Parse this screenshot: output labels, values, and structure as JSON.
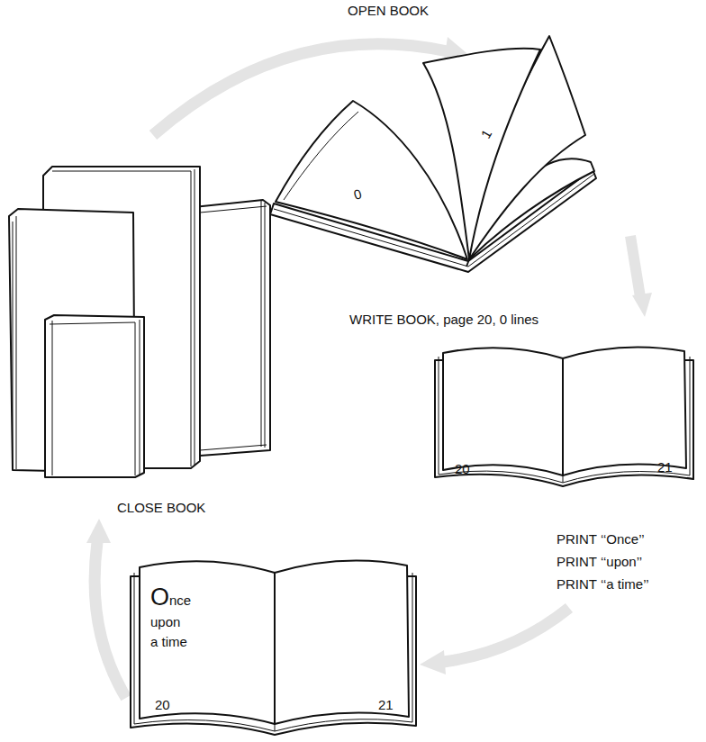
{
  "diagram": {
    "labels": [
      "OPEN BOOK",
      "0",
      "1",
      "WRITE BOOK, page 20, 0 lines",
      "20",
      "21",
      "PRINT ‘‘Once’’",
      "PRINT ‘‘upon’’",
      "PRINT ‘‘a time’’",
      "CLOSE BOOK",
      "Once",
      "upon",
      "a time",
      "20",
      "21"
    ]
  }
}
